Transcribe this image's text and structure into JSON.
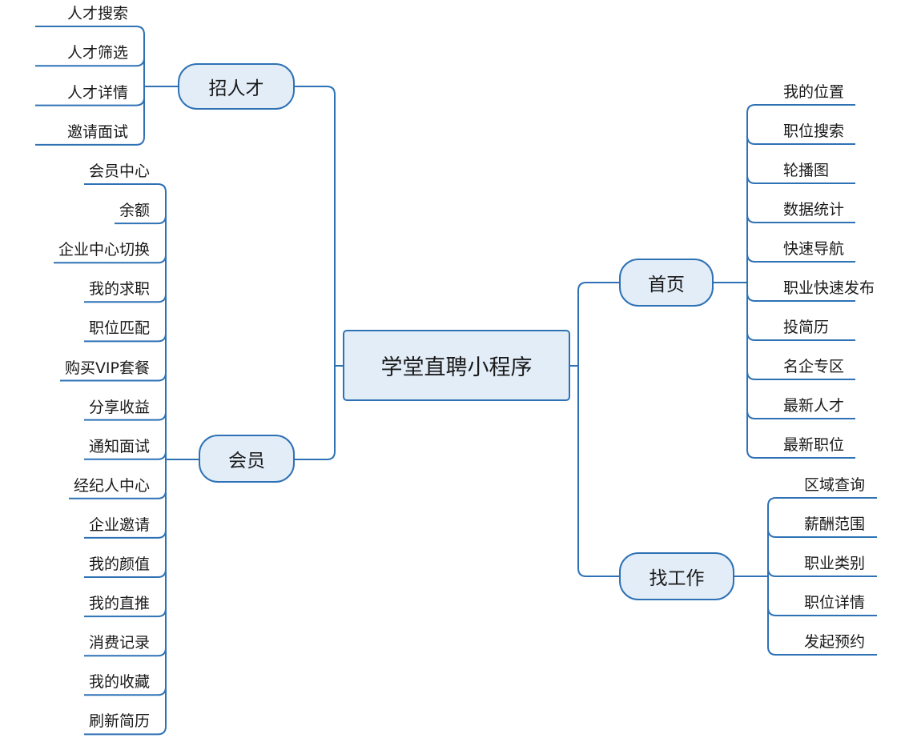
{
  "colors": {
    "line": "#2e72b5",
    "node_fill": "#e3edf8",
    "text": "#1a1a1a"
  },
  "root": {
    "label": "学堂直聘小程序"
  },
  "branches": {
    "recruit": {
      "label": "招人才",
      "items": [
        "人才搜索",
        "人才筛选",
        "人才详情",
        "邀请面试"
      ]
    },
    "member": {
      "label": "会员",
      "items": [
        "会员中心",
        "余额",
        "企业中心切换",
        "我的求职",
        "职位匹配",
        "购买VIP套餐",
        "分享收益",
        "通知面试",
        "经纪人中心",
        "企业邀请",
        "我的颜值",
        "我的直推",
        "消费记录",
        "我的收藏",
        "刷新简历"
      ]
    },
    "home": {
      "label": "首页",
      "items": [
        "我的位置",
        "职位搜索",
        "轮播图",
        "数据统计",
        "快速导航",
        "职业快速发布",
        "投简历",
        "名企专区",
        "最新人才",
        "最新职位"
      ]
    },
    "job": {
      "label": "找工作",
      "items": [
        "区域查询",
        "薪酬范围",
        "职业类别",
        "职位详情",
        "发起预约"
      ]
    }
  }
}
